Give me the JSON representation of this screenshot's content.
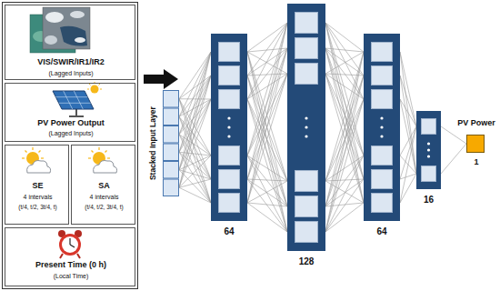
{
  "diagram": {
    "nodes": [
      {
        "text": [
          "VIS/SWIR/IR1/IR2",
          "(Lagged Inputs)"
        ]
      },
      {
        "text": [
          "PV Power Output",
          "(Lagged Inputs)"
        ]
      },
      {
        "text": [
          "SE",
          "4 intervals",
          "(t/4, t/2, 3t/4, t)"
        ]
      },
      {
        "text": [
          "SA",
          "4 intervals",
          "(t/4, t/2, 3t/4, t)"
        ]
      },
      {
        "text": [
          "Present Time (0 h)",
          "(Local Time)"
        ]
      },
      {
        "text": [
          "Stacked Input Layer"
        ]
      },
      {
        "text": [
          "64"
        ]
      },
      {
        "text": [
          "128"
        ]
      },
      {
        "text": [
          "64"
        ]
      },
      {
        "text": [
          "16"
        ]
      },
      {
        "text": [
          "PV Power",
          "1"
        ]
      }
    ],
    "edges": [
      {
        "from": 5,
        "to": 6,
        "arrow": "none"
      },
      {
        "from": 6,
        "to": 7,
        "arrow": "none"
      },
      {
        "from": 7,
        "to": 8,
        "arrow": "none"
      },
      {
        "from": 8,
        "to": 9,
        "arrow": "none"
      },
      {
        "from": 9,
        "to": 10,
        "arrow": "none"
      }
    ]
  }
}
